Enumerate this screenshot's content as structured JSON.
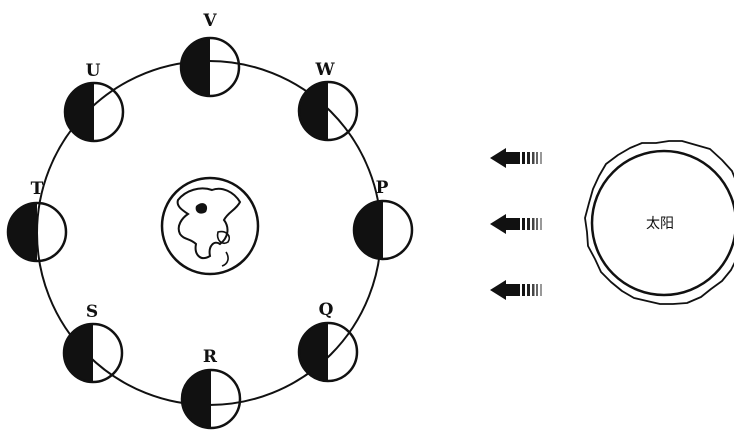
{
  "moon_positions": [
    {
      "label": "V"
    },
    {
      "label": "W"
    },
    {
      "label": "P"
    },
    {
      "label": "Q"
    },
    {
      "label": "R"
    },
    {
      "label": "S"
    },
    {
      "label": "T"
    },
    {
      "label": "U"
    }
  ],
  "sun": {
    "label": "太阳"
  },
  "sunlight_arrows": 3,
  "colors": {
    "ink": "#111111",
    "background": "#ffffff"
  }
}
